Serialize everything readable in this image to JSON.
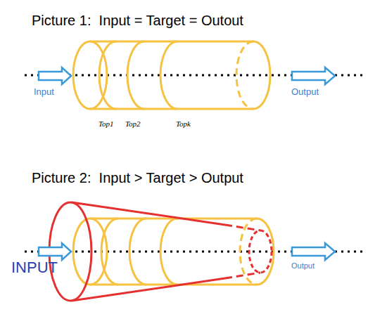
{
  "diagram": {
    "labels": [
      "Picture 1:  Input = Target = Outout",
      "Input",
      "Output",
      "Top1",
      "Top2",
      "Topk",
      "Picture 2:  Input > Target > Output",
      "INPUT",
      "Output"
    ]
  }
}
